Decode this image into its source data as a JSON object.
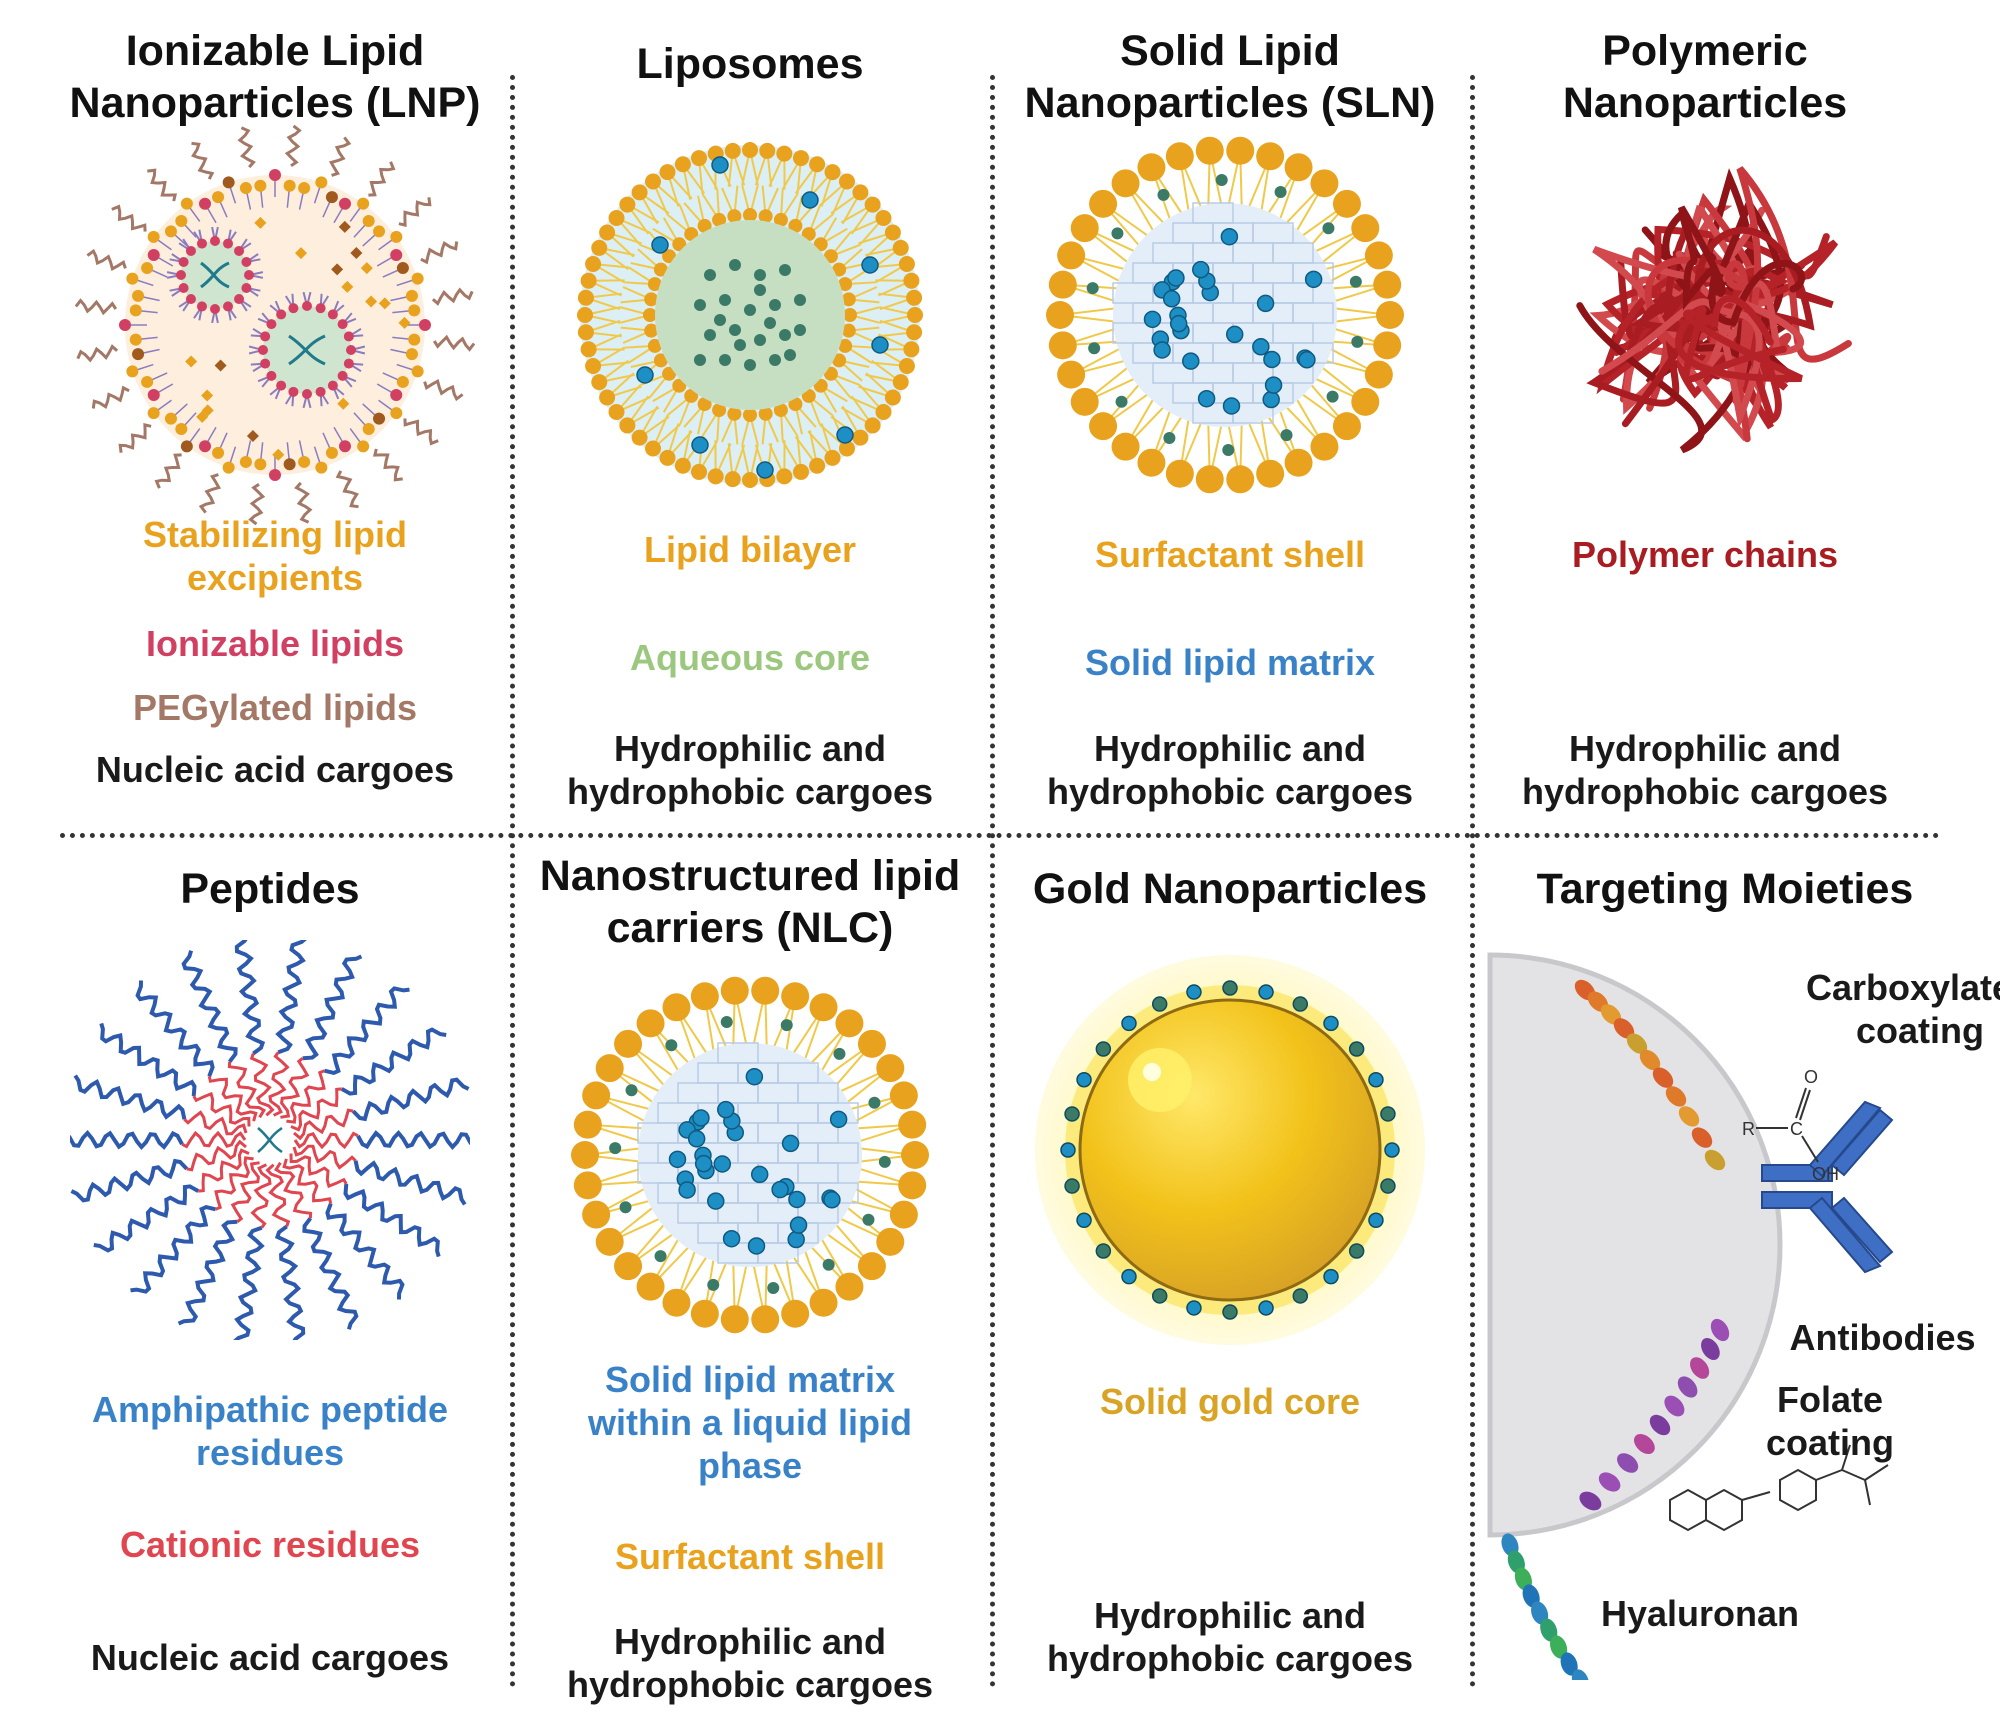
{
  "panels": {
    "lnp": {
      "title_line1": "Ionizable Lipid",
      "title_line2": "Nanoparticles (LNP)",
      "label_stab1": "Stabilizing lipid",
      "label_stab2": "excipients",
      "label_ion": "Ionizable lipids",
      "label_peg": "PEGylated lipids",
      "label_cargo": "Nucleic acid cargoes"
    },
    "liposomes": {
      "title": "Liposomes",
      "label_bilayer": "Lipid bilayer",
      "label_core": "Aqueous core",
      "label_cargo1": "Hydrophilic and",
      "label_cargo2": "hydrophobic cargoes"
    },
    "sln": {
      "title_line1": "Solid Lipid",
      "title_line2": "Nanoparticles (SLN)",
      "label_shell": "Surfactant shell",
      "label_matrix": "Solid lipid matrix",
      "label_cargo1": "Hydrophilic and",
      "label_cargo2": "hydrophobic cargoes"
    },
    "polymeric": {
      "title_line1": "Polymeric",
      "title_line2": "Nanoparticles",
      "label_chains": "Polymer chains",
      "label_cargo1": "Hydrophilic and",
      "label_cargo2": "hydrophobic cargoes"
    },
    "peptides": {
      "title": "Peptides",
      "label_amph1": "Amphipathic peptide",
      "label_amph2": "residues",
      "label_cationic": "Cationic residues",
      "label_cargo": "Nucleic acid cargoes"
    },
    "nlc": {
      "title_line1": "Nanostructured lipid",
      "title_line2": "carriers (NLC)",
      "label_matrix1": "Solid lipid matrix",
      "label_matrix2": "within a liquid lipid",
      "label_matrix3": "phase",
      "label_shell": "Surfactant shell",
      "label_cargo1": "Hydrophilic and",
      "label_cargo2": "hydrophobic cargoes"
    },
    "gold": {
      "title": "Gold Nanoparticles",
      "label_core": "Solid gold core",
      "label_cargo1": "Hydrophilic and",
      "label_cargo2": "hydrophobic cargoes"
    },
    "targeting": {
      "title": "Targeting Moieties",
      "label_carb1": "Carboxylated",
      "label_carb2": "coating",
      "label_antibodies": "Antibodies",
      "label_folate1": "Folate",
      "label_folate2": "coating",
      "label_hyaluronan": "Hyaluronan",
      "chem_r": "R",
      "chem_c": "C",
      "chem_o": "O",
      "chem_oh": "OH"
    }
  },
  "colors": {
    "lipid_orange": "#E8A21E",
    "ionizable_red": "#D14063",
    "peg_brown": "#A47867",
    "aqueous_green": "#9CC77F",
    "matrix_blue": "#3A82C7",
    "polymer_red": "#A81C22",
    "cationic_red": "#E04650",
    "gold": "#D9A425"
  }
}
